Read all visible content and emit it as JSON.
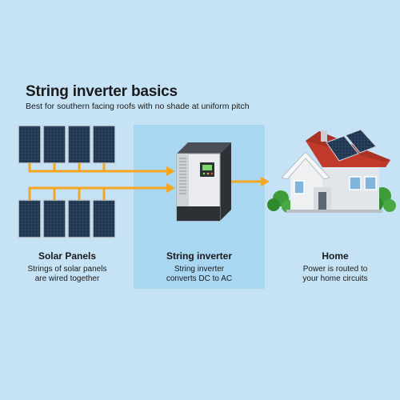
{
  "header": {
    "title": "String inverter basics",
    "subtitle": "Best for southern facing roofs with no shade at uniform pitch"
  },
  "columns": [
    {
      "title": "Solar Panels",
      "desc_line1": "Strings of solar panels",
      "desc_line2": "are wired together"
    },
    {
      "title": "String inverter",
      "desc_line1": "String inverter",
      "desc_line2": "converts DC to AC"
    },
    {
      "title": "Home",
      "desc_line1": "Power is routed to",
      "desc_line2": "your home circuits"
    }
  ],
  "colors": {
    "background": "#c5e3f5",
    "inverter_highlight": "#a9d6f0",
    "wire": "#f5a623",
    "panel": "#1f3550",
    "roof": "#c0392b",
    "house_wall": "#eef0f2"
  }
}
